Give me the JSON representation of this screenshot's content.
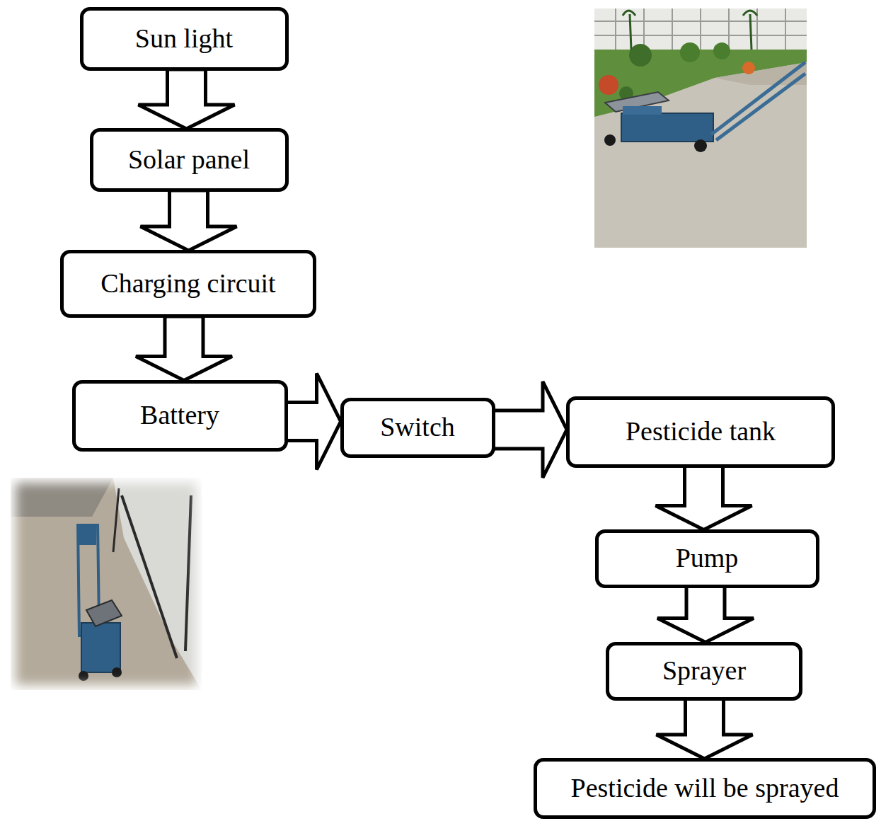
{
  "diagram": {
    "nodes": [
      {
        "text": [
          "Sun light"
        ]
      },
      {
        "text": [
          "Solar panel"
        ]
      },
      {
        "text": [
          "Charging circuit"
        ]
      },
      {
        "text": [
          "Battery"
        ]
      },
      {
        "text": [
          "Switch"
        ]
      },
      {
        "text": [
          "Pesticide tank"
        ]
      },
      {
        "text": [
          "Pump"
        ]
      },
      {
        "text": [
          "Sprayer"
        ]
      },
      {
        "text": [
          "Pesticide will be sprayed"
        ]
      }
    ],
    "edges": [
      {
        "from": 0,
        "to": 1,
        "arrow": "to"
      },
      {
        "from": 1,
        "to": 2,
        "arrow": "to"
      },
      {
        "from": 2,
        "to": 3,
        "arrow": "to"
      },
      {
        "from": 3,
        "to": 4,
        "arrow": "to"
      },
      {
        "from": 4,
        "to": 5,
        "arrow": "to"
      },
      {
        "from": 5,
        "to": 6,
        "arrow": "to"
      },
      {
        "from": 6,
        "to": 7,
        "arrow": "to"
      },
      {
        "from": 7,
        "to": 8,
        "arrow": "to"
      }
    ]
  }
}
